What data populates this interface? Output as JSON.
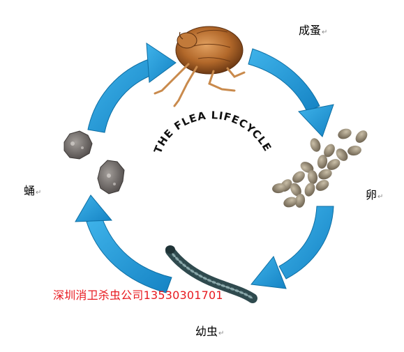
{
  "diagram": {
    "title": "THE FLEA LIFECYCLE",
    "stages": {
      "adult": "成蚤",
      "egg": "卵",
      "larva": "幼虫",
      "pupa": "蛹"
    },
    "return_mark": "↵",
    "watermark": "深圳消卫杀虫公司13530301701",
    "colors": {
      "arrow": "#1e9ad6",
      "arrow_dark": "#0d6ea3",
      "watermark": "#e8191f",
      "flea_body": "#b2682a",
      "egg": "#9a8d74",
      "larva": "#2f4a4e",
      "pupa": "#6e6a68"
    }
  }
}
